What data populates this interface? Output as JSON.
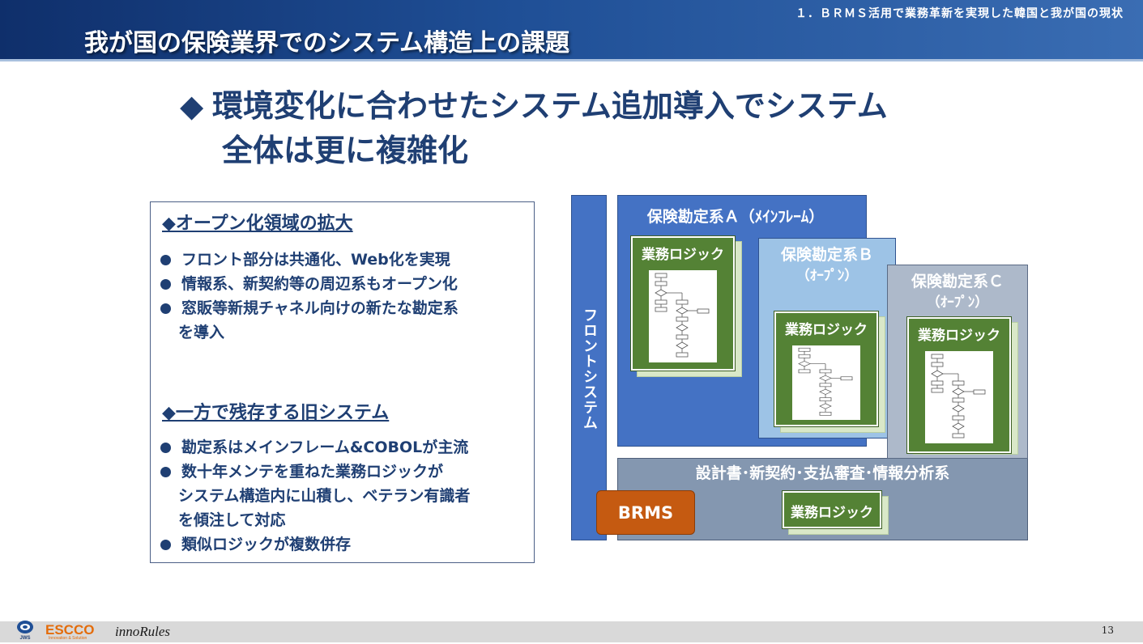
{
  "header": {
    "section_label": "１．ＢＲＭＳ活用で業務革新を実現した韓国と我が国の現状",
    "title": "我が国の保険業界でのシステム構造上の課題"
  },
  "main_heading": {
    "marker": "◆",
    "line1": "環境変化に合わせたシステム追加導入でシステム",
    "line2": "全体は更に複雑化"
  },
  "left_panel": {
    "section1": {
      "heading": "◆オープン化領域の拡大",
      "bullets": [
        "フロント部分は共通化、Web化を実現",
        "情報系、新契約等の周辺系もオープン化",
        "窓販等新規チャネル向けの新たな勘定系",
        "を導入"
      ]
    },
    "section2": {
      "heading": "◆一方で残存する旧システム",
      "bullets": [
        "勘定系はメインフレーム&COBOLが主流",
        "数十年メンテを重ねた業務ロジックが",
        "システム構造内に山積し、ベテラン有識者",
        "を傾注して対応",
        "類似ロジックが複数併存"
      ]
    }
  },
  "diagram": {
    "front_system": "フロントシステム",
    "system_a": "保険勘定系Ａ（ﾒｲﾝﾌﾚｰﾑ）",
    "system_b_line1": "保険勘定系Ｂ",
    "system_b_line2": "（ｵｰﾌﾟﾝ）",
    "system_c_line1": "保険勘定系Ｃ",
    "system_c_line2": "（ｵｰﾌﾟﾝ）",
    "peripheral": "設計書･新契約･支払審査･情報分析系",
    "logic_label": "業務ロジック",
    "brms": "BRMS"
  },
  "footer": {
    "page_number": "13",
    "logo_jws": "JWS",
    "logo_escco": "ESCCO",
    "logo_escco_sub": "Innovation & Solution",
    "logo_innorules": "innoRules"
  },
  "colors": {
    "header_dark": "#0f2f6b",
    "heading_text": "#1f3f73",
    "system_a": "#4472c4",
    "system_b": "#9dc3e6",
    "system_c": "#adb9ca",
    "peripheral": "#8497b0",
    "logic_green": "#548235",
    "brms_orange": "#c55a11"
  }
}
